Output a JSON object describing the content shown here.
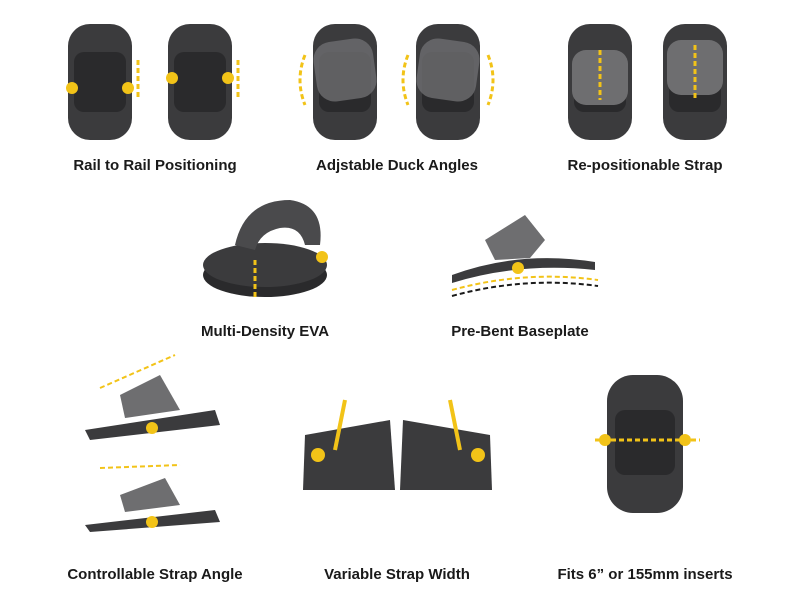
{
  "features": [
    {
      "label": "Rail to Rail Positioning"
    },
    {
      "label": "Adjstable Duck Angles"
    },
    {
      "label": "Re-positionable Strap"
    },
    {
      "label": "Multi-Density EVA"
    },
    {
      "label": "Pre-Bent Baseplate"
    },
    {
      "label": "Controllable Strap Angle"
    },
    {
      "label": "Variable Strap Width"
    },
    {
      "label": "Fits 6” or 155mm inserts"
    }
  ],
  "colors": {
    "pad": "#3b3b3d",
    "accent": "#f2c318",
    "strap": "#8a8a8c"
  }
}
